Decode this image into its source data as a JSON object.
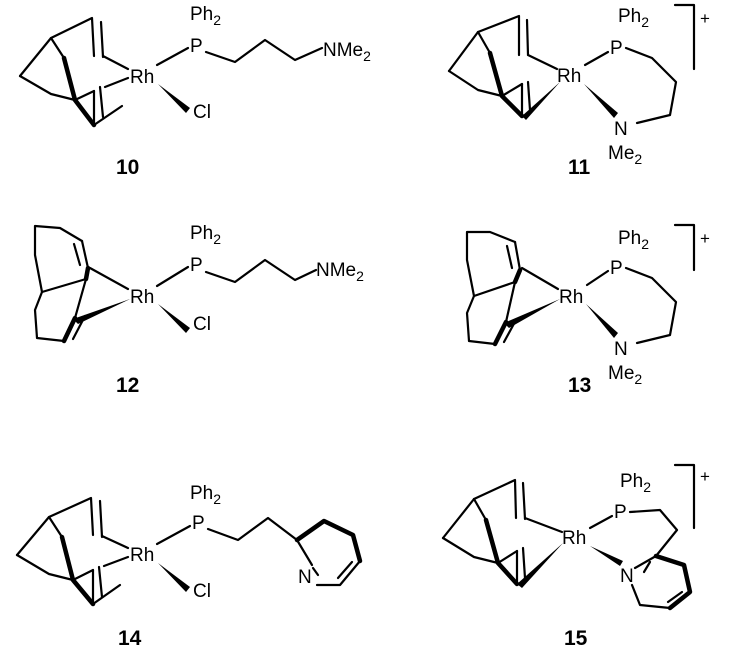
{
  "compounds": [
    {
      "number": "10",
      "metal": "Rh",
      "phosphine": "Ph",
      "phosphine_sub": "2",
      "p": "P",
      "amine": "NMe",
      "amine_sub": "2",
      "halide": "Cl"
    },
    {
      "number": "11",
      "metal": "Rh",
      "phosphine": "Ph",
      "phosphine_sub": "2",
      "p": "P",
      "n": "N",
      "me": "Me",
      "me_sub": "2",
      "charge": "+"
    },
    {
      "number": "12",
      "metal": "Rh",
      "phosphine": "Ph",
      "phosphine_sub": "2",
      "p": "P",
      "amine": "NMe",
      "amine_sub": "2",
      "halide": "Cl"
    },
    {
      "number": "13",
      "metal": "Rh",
      "phosphine": "Ph",
      "phosphine_sub": "2",
      "p": "P",
      "n": "N",
      "me": "Me",
      "me_sub": "2",
      "charge": "+"
    },
    {
      "number": "14",
      "metal": "Rh",
      "phosphine": "Ph",
      "phosphine_sub": "2",
      "p": "P",
      "n": "N",
      "halide": "Cl"
    },
    {
      "number": "15",
      "metal": "Rh",
      "phosphine": "Ph",
      "phosphine_sub": "2",
      "p": "P",
      "n": "N",
      "charge": "+"
    }
  ]
}
